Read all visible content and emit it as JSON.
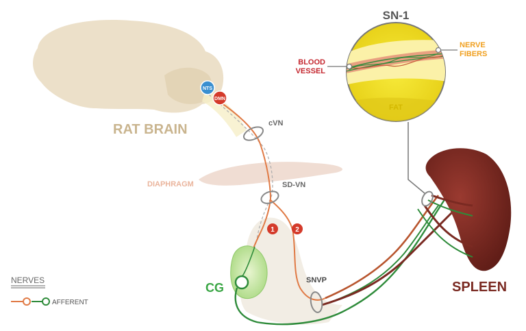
{
  "labels": {
    "rat_brain": "RAT BRAIN",
    "nts": "NTS",
    "dmn": "DMN",
    "cvn": "cVN",
    "diaphragm": "DIAPHRAGM",
    "sd_vn": "SD-VN",
    "marker_1": "1",
    "marker_2": "2",
    "cg": "CG",
    "snvp": "SNVP",
    "spleen": "SPLEEN",
    "sn1": "SN-1",
    "blood_vessel_line1": "BLOOD",
    "blood_vessel_line2": "VESSEL",
    "nerve_fibers_line1": "NERVE",
    "nerve_fibers_line2": "FIBERS",
    "fat": "FAT"
  },
  "legend": {
    "title": "NERVES",
    "afferent": "AFFERENT"
  },
  "colors": {
    "efferent": "#e07a45",
    "afferent": "#2e8b3a",
    "brain": "#e9dcc4",
    "brain_text": "#c9b48e",
    "spleen": "#7a2a22",
    "fat": "#f3e21a",
    "blood_vessel_text": "#c4262e",
    "nerve_text": "#f0a020",
    "cg_text": "#3aa645",
    "nts": "#3a8fd0",
    "dmn": "#d43a2a"
  }
}
